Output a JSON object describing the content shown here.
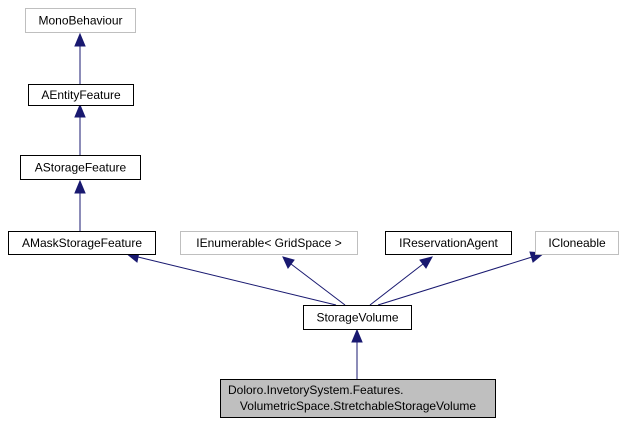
{
  "colors": {
    "edge": "#191970",
    "border": "#000000",
    "external_border": "#bfbfbf",
    "highlight_fill": "#bfbfbf",
    "background": "#ffffff"
  },
  "nodes": {
    "mono_behaviour": {
      "label": "MonoBehaviour",
      "external": true
    },
    "a_entity_feature": {
      "label": "AEntityFeature",
      "external": false
    },
    "a_storage_feature": {
      "label": "AStorageFeature",
      "external": false
    },
    "a_mask_storage_feature": {
      "label": "AMaskStorageFeature",
      "external": false
    },
    "i_enumerable": {
      "label": "IEnumerable< GridSpace >",
      "external": true
    },
    "i_reservation_agent": {
      "label": "IReservationAgent",
      "external": false
    },
    "i_cloneable": {
      "label": "ICloneable",
      "external": true
    },
    "storage_volume": {
      "label": "StorageVolume",
      "external": false
    },
    "stretchable_storage_volume": {
      "label_line1": "Doloro.InvetorySystem.Features.",
      "label_line2": "VolumetricSpace.StretchableStorageVolume",
      "highlighted": true
    }
  },
  "edges": [
    {
      "from": "a_entity_feature",
      "to": "mono_behaviour"
    },
    {
      "from": "a_storage_feature",
      "to": "a_entity_feature"
    },
    {
      "from": "a_mask_storage_feature",
      "to": "a_storage_feature"
    },
    {
      "from": "storage_volume",
      "to": "a_mask_storage_feature"
    },
    {
      "from": "storage_volume",
      "to": "i_enumerable"
    },
    {
      "from": "storage_volume",
      "to": "i_reservation_agent"
    },
    {
      "from": "storage_volume",
      "to": "i_cloneable"
    },
    {
      "from": "stretchable_storage_volume",
      "to": "storage_volume"
    }
  ]
}
